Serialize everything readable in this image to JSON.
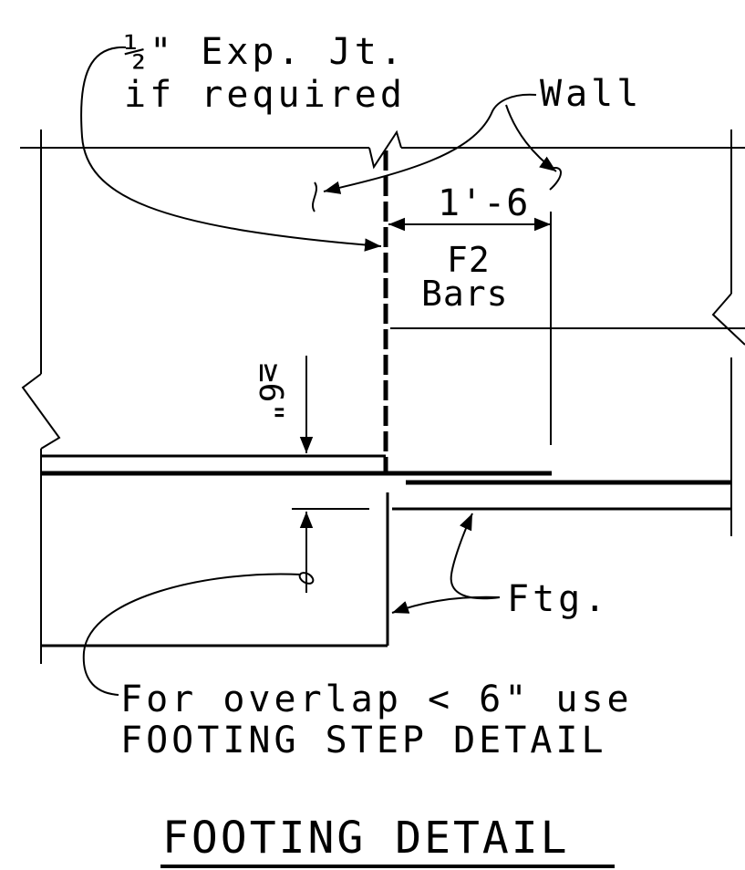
{
  "drawing": {
    "title": "FOOTING DETAIL",
    "labels": {
      "exp_jt_line1": "½\" Exp. Jt.",
      "exp_jt_line2": "if required",
      "wall": "Wall",
      "dim_1_6": "1'-6",
      "f2": "F2",
      "bars": "Bars",
      "overlap_min": "≥6\"",
      "ftg": "Ftg.",
      "note_line1": "For overlap < 6\" use",
      "note_line2": "FOOTING STEP DETAIL"
    }
  }
}
